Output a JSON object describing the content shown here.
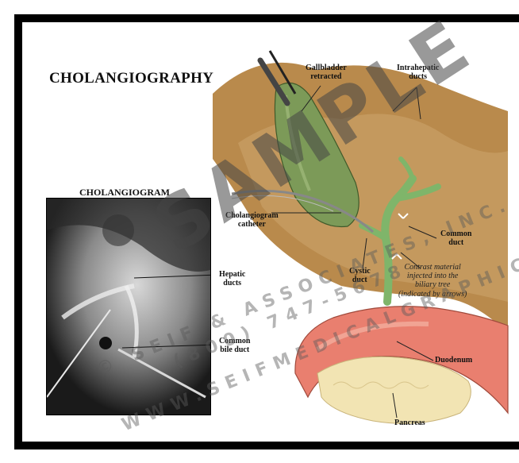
{
  "title": "CHOLANGIOGRAPHY",
  "xray": {
    "title": "CHOLANGIOGRAM"
  },
  "labels": {
    "gallbladder": "Gallbladder\nretracted",
    "intrahepatic": "Intrahepatic\nducts",
    "catheter": "Cholangiogram\ncatheter",
    "common_duct": "Common\nduct",
    "cystic_duct": "Cystic\nduct",
    "contrast": "Contrast material\ninjected into the\nbiliary tree\n(indicated by arrows)",
    "hepatic_ducts": "Hepatic\nducts",
    "common_bile_duct": "Common\nbile duct",
    "duodenum": "Duodenum",
    "pancreas": "Pancreas"
  },
  "watermark": {
    "sample": "SAMPLE",
    "company": "© SEIF & ASSOCIATES, INC.",
    "phone": "(800) 747-5678",
    "url": "WWW.SEIFMEDICALGRAPHICS.COM"
  },
  "colors": {
    "liver": "#b8884a",
    "gallbladder": "#7a9a58",
    "duct": "#8fbf7a",
    "duodenum": "#e88070",
    "pancreas": "#f0e2b0"
  }
}
